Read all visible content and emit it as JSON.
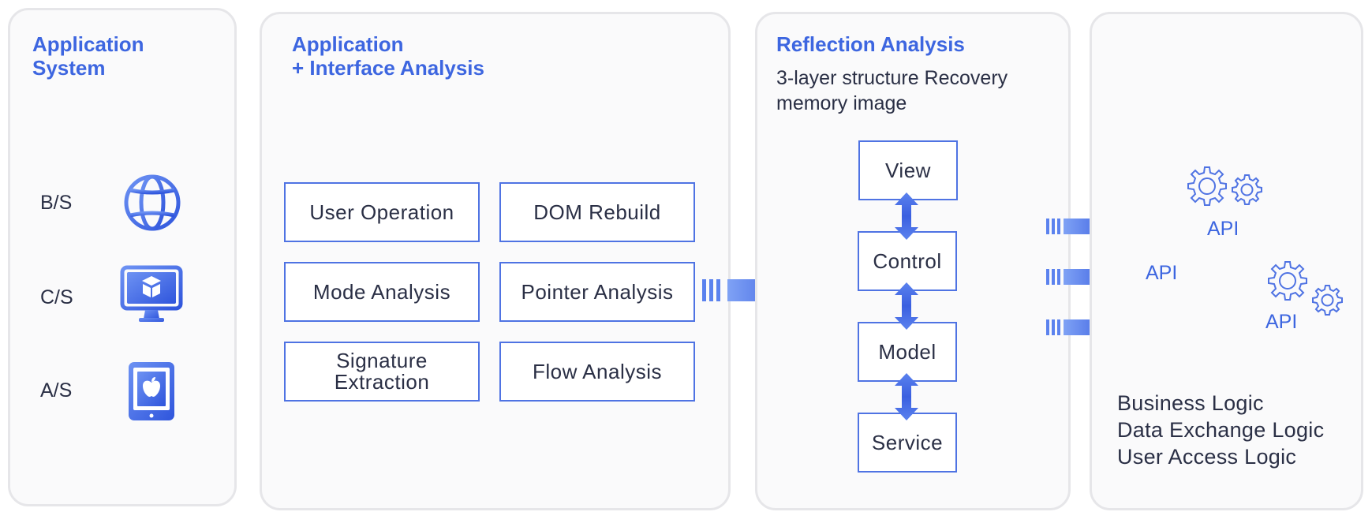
{
  "panel1": {
    "title": "Application\nSystem",
    "platforms": [
      {
        "label": "B/S",
        "icon": "globe-icon"
      },
      {
        "label": "C/S",
        "icon": "monitor-icon"
      },
      {
        "label": "A/S",
        "icon": "tablet-icon"
      }
    ]
  },
  "panel2": {
    "title": "Application\n+ Interface Analysis",
    "boxes": [
      "User Operation",
      "DOM Rebuild",
      "Mode Analysis",
      "Pointer Analysis",
      "Signature\nExtraction",
      "Flow Analysis"
    ]
  },
  "panel3": {
    "title": "Reflection Analysis",
    "subtitle": "3-layer structure Recovery\nmemory image",
    "layers": [
      "View",
      "Control",
      "Model",
      "Service"
    ]
  },
  "panel4": {
    "api_labels": [
      "API",
      "API",
      "API"
    ],
    "logic": [
      "Business Logic",
      "Data Exchange Logic",
      "User Access Logic"
    ]
  },
  "colors": {
    "accent": "#3d66e0",
    "box_border": "#4f73e3",
    "panel_border": "#e6e6e9",
    "text": "#2a2f45"
  }
}
